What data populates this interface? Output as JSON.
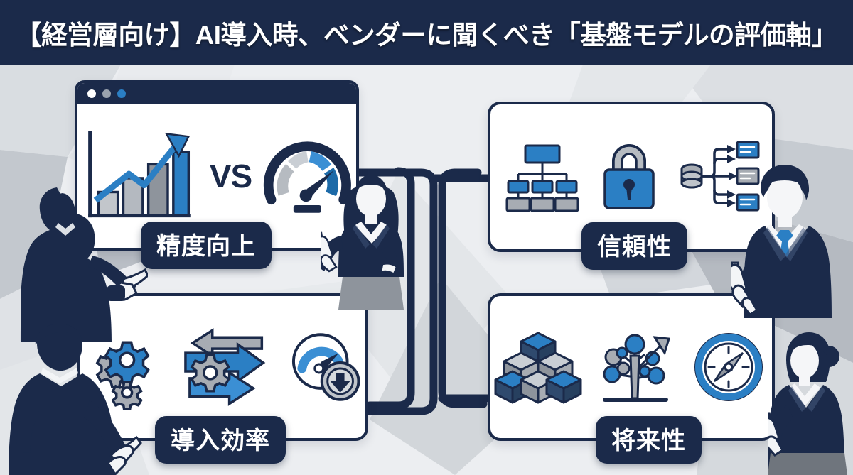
{
  "header": {
    "title": "【経営層向け】AI導入時、ベンダーに聞くべき「基盤モデルの評価軸」",
    "bg_color": "#1b2a4a",
    "text_color": "#ffffff"
  },
  "theme": {
    "navy": "#1b2a4a",
    "blue": "#2b7fc4",
    "blue_dark": "#1c6aa8",
    "gray": "#a7acb3",
    "gray_light": "#c9ced4",
    "canvas": "#eceef1",
    "card_bg": "#ffffff"
  },
  "cards": [
    {
      "id": "accuracy",
      "label": "精度向上",
      "style": "browser",
      "icons": [
        "bar-chart-up-icon",
        "vs-text",
        "gauge-icon"
      ],
      "vs_text": "VS",
      "window_dots": [
        "white",
        "gray",
        "blue"
      ],
      "chart_bars": [
        {
          "color": "#c2c6cb",
          "height": 26
        },
        {
          "color": "#b4b9c0",
          "height": 44
        },
        {
          "color": "#8e949c",
          "height": 62
        },
        {
          "color": "#2b7fc4",
          "height": 82
        }
      ]
    },
    {
      "id": "reliability",
      "label": "信頼性",
      "style": "plain",
      "icons": [
        "hierarchy-tree-icon",
        "padlock-icon",
        "database-flow-icon"
      ]
    },
    {
      "id": "efficiency",
      "label": "導入効率",
      "style": "plain",
      "icons": [
        "gears-icon",
        "exchange-arrows-icon",
        "gauge-download-icon"
      ]
    },
    {
      "id": "future",
      "label": "将来性",
      "style": "plain",
      "icons": [
        "stacked-cubes-icon",
        "growth-tree-icon",
        "compass-icon"
      ]
    }
  ],
  "people": [
    {
      "id": "presenter-left-top",
      "name": "businessman-pointing",
      "pose": "pointing"
    },
    {
      "id": "presenter-center",
      "name": "businesswoman-presenting",
      "pose": "open-hand"
    },
    {
      "id": "presenter-right-top",
      "name": "businessman-tie-presenting",
      "pose": "open-hand"
    },
    {
      "id": "presenter-left-bottom",
      "name": "businessman-back-presenting",
      "pose": "back-view"
    },
    {
      "id": "presenter-right-bottom",
      "name": "businesswoman-bun-presenting",
      "pose": "open-hand"
    }
  ],
  "connectors": {
    "name": "pipe-connectors",
    "color": "#1b2a4a",
    "description": "rounded elbow pipes linking the four evaluation cards"
  }
}
